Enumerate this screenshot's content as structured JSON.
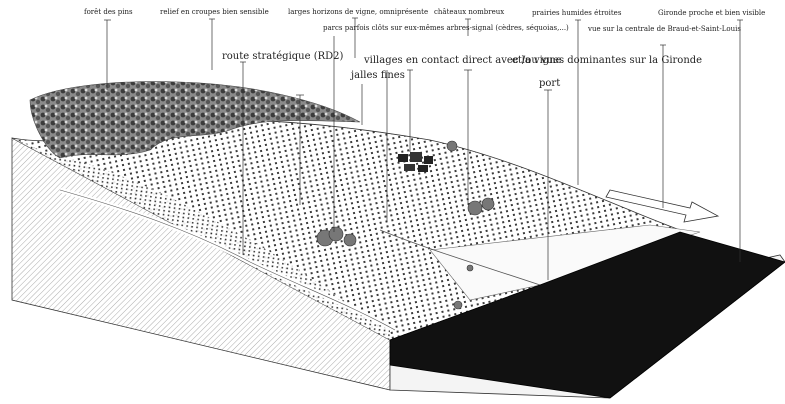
{
  "labels": {
    "foret_pins": "forêt des pins",
    "relief": "relief en croupes bien sensible",
    "horizons": "larges horizons de vigne, omniprésente",
    "chateaux": "châteaux nombreux",
    "prairies": "prairies humides étroites",
    "gironde_visible": "Gironde proche et bien visible",
    "parcs": "parcs parfois clôts sur eux-mêmes arbres-signal (cèdres, séquoias,...)",
    "vue_centrale": "vue sur la centrale de Braud-et-Saint-Louis",
    "route": "route stratégique (RD2)",
    "villages": "villages en contact direct avec la vigne",
    "vues": "et/ou vues dominantes sur la Gironde",
    "jalles": "jalles fines",
    "port": "port"
  }
}
